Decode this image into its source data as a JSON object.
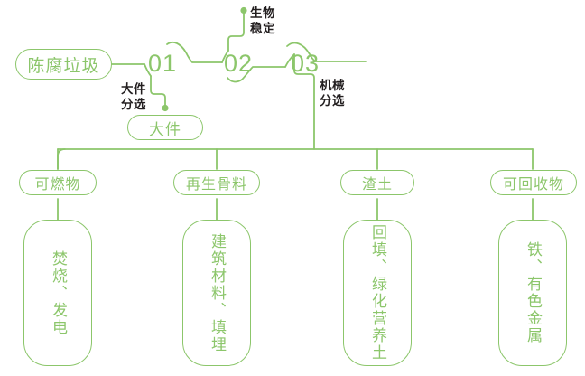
{
  "theme": {
    "line_color": "#8CC66B",
    "text_green": "#8CC66B",
    "text_dark": "#231f20",
    "background": "#ffffff"
  },
  "diagram": {
    "type": "process-flow",
    "source": {
      "label": "陈腐垃圾"
    },
    "stages": [
      {
        "number": "01",
        "note": "大件\n分选",
        "note_line1": "大件",
        "note_line2": "分选",
        "output": "大件"
      },
      {
        "number": "02",
        "note_line1": "生物",
        "note_line2": "稳定",
        "output": ""
      },
      {
        "number": "03",
        "note_line1": "机械",
        "note_line2": "分选",
        "output": ""
      }
    ],
    "stage_outputs": {
      "bulky": "大件",
      "bio": "生物\n稳定"
    },
    "branches": [
      {
        "label": "可燃物",
        "destination": "焚烧、发电"
      },
      {
        "label": "再生骨料",
        "destination": "建筑材料、填埋"
      },
      {
        "label": "渣土",
        "destination": "回填、绿化营养土"
      },
      {
        "label": "可回收物",
        "destination": "铁、有色金属"
      }
    ]
  }
}
